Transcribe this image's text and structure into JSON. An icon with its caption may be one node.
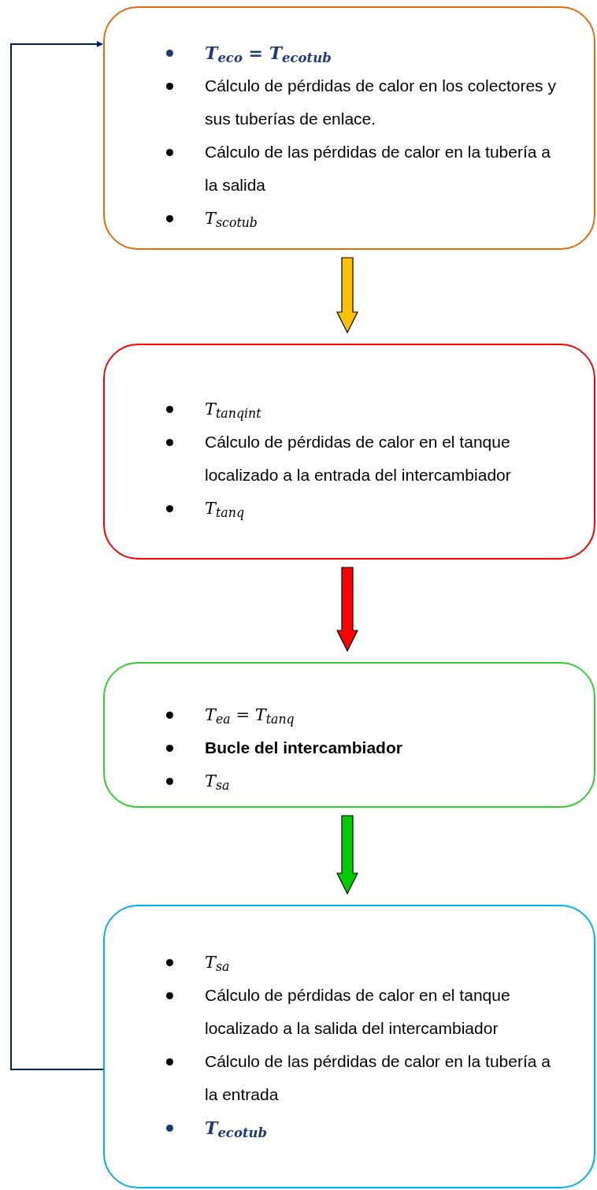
{
  "diagram": {
    "nodes": [
      {
        "text": [
          "T$_{eco}$ = T$_{ecotub}$",
          "Cálculo de pérdidas de calor en los colectores y sus tuberías de enlace.",
          "Cálculo de las pérdidas de calor en la tubería a la salida",
          "T$_{scotub}$"
        ]
      },
      {
        "text": [
          "T$_{tanqint}$",
          "Cálculo de pérdidas de calor en el tanque localizado a la entrada del intercambiador",
          "T$_{tanq}$"
        ]
      },
      {
        "text": [
          "T$_{ea}$ = T$_{tanq}$",
          "Bucle del intercambiador",
          "T$_{sa}$"
        ]
      },
      {
        "text": [
          "T$_{sa}$",
          "Cálculo de pérdidas de calor en el tanque localizado a la salida del intercambiador",
          "Cálculo de las pérdidas de calor en la tubería a la entrada",
          "T$_{ecotub}$"
        ]
      }
    ],
    "edges": [
      {
        "from": 0,
        "to": 1,
        "arrow": "to",
        "style": "thick",
        "color": "#ffc000"
      },
      {
        "from": 1,
        "to": 2,
        "arrow": "to",
        "style": "thick",
        "color": "#ff0000"
      },
      {
        "from": 2,
        "to": 3,
        "arrow": "to",
        "style": "thick",
        "color": "#00cc00"
      },
      {
        "from": 3,
        "to": 0,
        "arrow": "to"
      }
    ]
  }
}
